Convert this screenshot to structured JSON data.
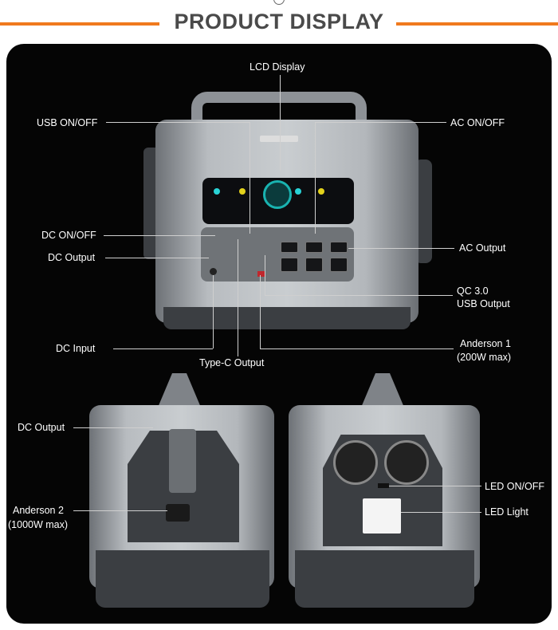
{
  "header": {
    "title": "PRODUCT DISPLAY",
    "accent": "#f07a1e"
  },
  "front": {
    "lcd_display": "LCD Display",
    "usb_onoff": "USB ON/OFF",
    "ac_onoff": "AC ON/OFF",
    "dc_onoff": "DC ON/OFF",
    "dc_output": "DC Output",
    "ac_output": "AC Output",
    "qc_line1": "QC 3.0",
    "qc_line2": "USB Output",
    "dc_input": "DC Input",
    "typec_output": "Type-C Output",
    "anderson1_line1": "Anderson 1",
    "anderson1_line2": "(200W max)"
  },
  "left_side": {
    "dc_output": "DC Output",
    "anderson2_line1": "Anderson 2",
    "anderson2_line2": "(1000W max)"
  },
  "right_side": {
    "led_onoff": "LED ON/OFF",
    "led_light": "LED Light"
  }
}
